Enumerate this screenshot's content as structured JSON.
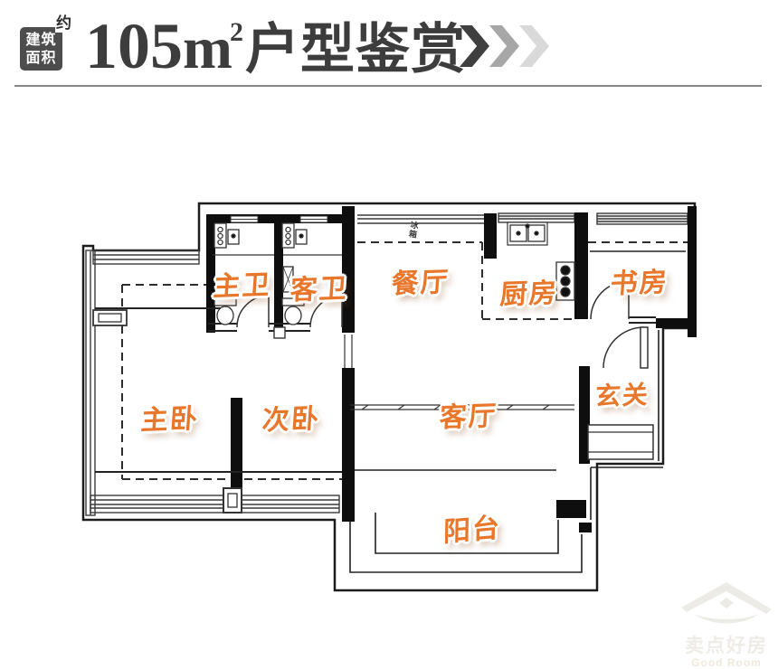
{
  "header": {
    "badge": {
      "line1": "建筑",
      "line2": "面积",
      "approx": "约"
    },
    "title": {
      "number": "105",
      "unit": "m",
      "sup": "2",
      "text": "户型鉴赏"
    },
    "chevron_colors": [
      "#3f3f3f",
      "#a7a7a7",
      "#d9d9d9"
    ],
    "title_color": "#3d3d3d"
  },
  "floorplan": {
    "label_color": "#e8772b",
    "rooms": [
      {
        "id": "master-bath",
        "label": "主卫"
      },
      {
        "id": "guest-bath",
        "label": "客卫"
      },
      {
        "id": "dining",
        "label": "餐厅"
      },
      {
        "id": "kitchen",
        "label": "厨房"
      },
      {
        "id": "study",
        "label": "书房"
      },
      {
        "id": "master-bedroom",
        "label": "主卧"
      },
      {
        "id": "second-bedroom",
        "label": "次卧"
      },
      {
        "id": "living-room",
        "label": "客厅"
      },
      {
        "id": "foyer",
        "label": "玄关"
      },
      {
        "id": "balcony",
        "label": "阳台"
      }
    ],
    "fridge_label": "冰箱"
  },
  "watermark": {
    "brand": "卖点好房",
    "subtitle": "Good Room"
  }
}
